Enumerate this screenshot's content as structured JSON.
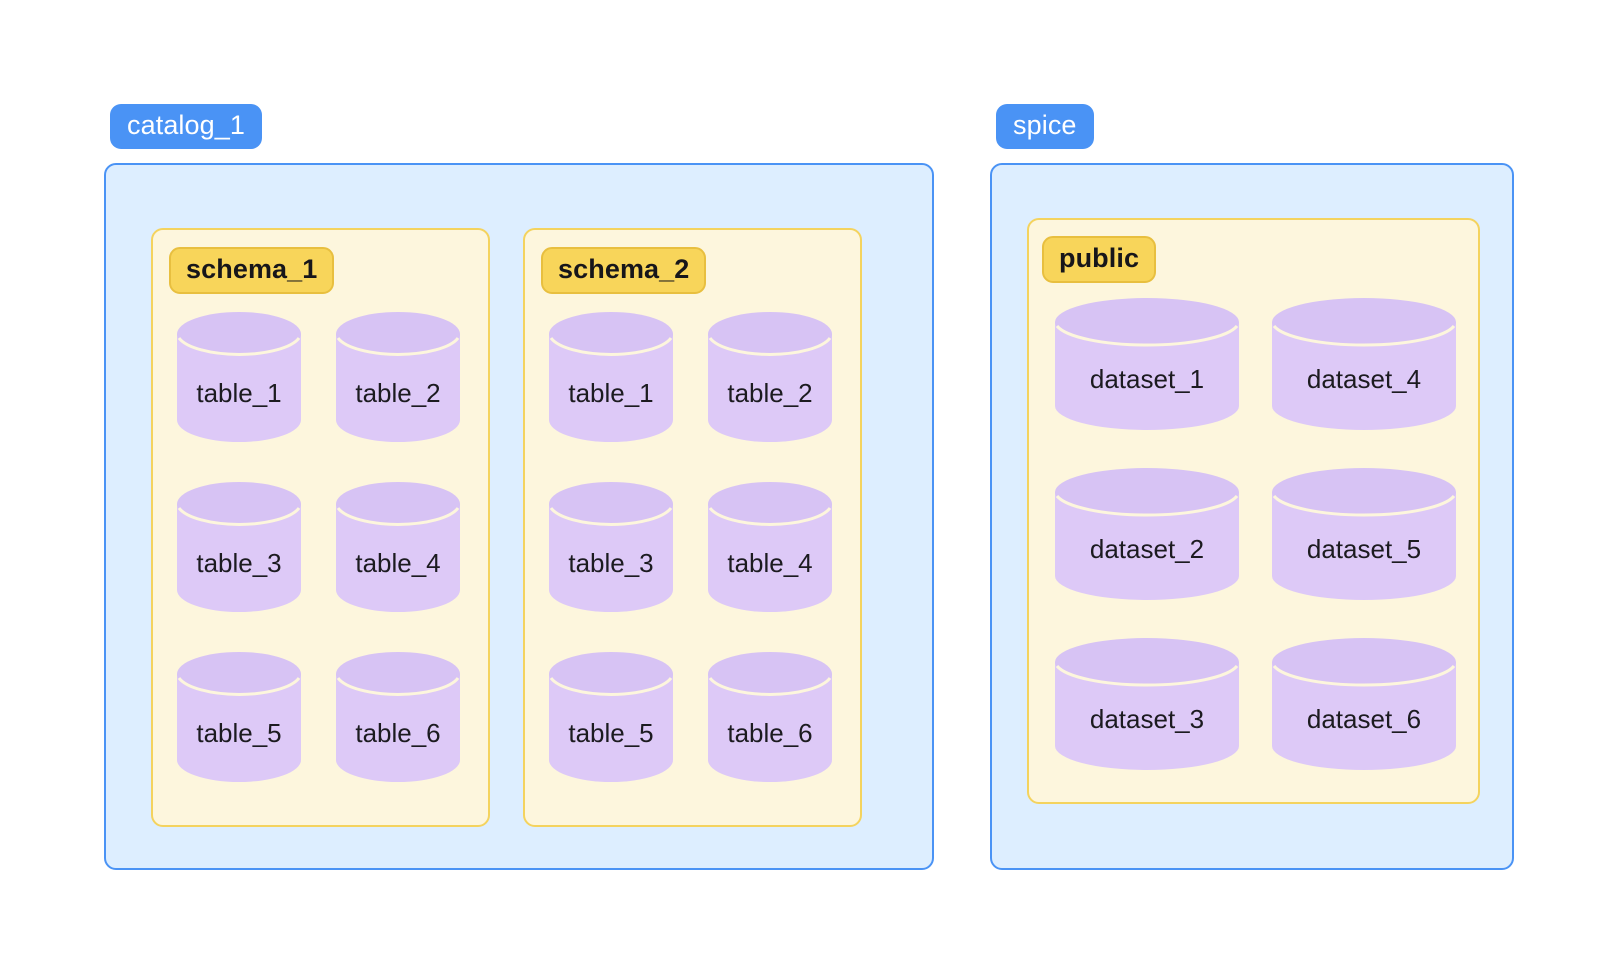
{
  "diagram": {
    "title": "catalog-schema-table-hierarchy",
    "colors": {
      "catalog_badge_bg": "#4a93f5",
      "catalog_badge_text": "#ffffff",
      "catalog_box_bg": "#ddeeff",
      "catalog_box_border": "#4a93f5",
      "schema_badge_bg": "#f8d55a",
      "schema_badge_border": "#e8bf3f",
      "schema_badge_text": "#17161a",
      "schema_box_bg": "#fdf6dd",
      "schema_box_border": "#f4d35e",
      "cylinder_body": "#ddc9f7",
      "cylinder_top": "#d7c3f4",
      "cylinder_seam": "#fdf6dd",
      "label_text": "#1c1b20",
      "page_bg": "#ffffff"
    },
    "catalogs": [
      {
        "name": "catalog_1",
        "schemas": [
          {
            "name": "schema_1",
            "objects": [
              "table_1",
              "table_2",
              "table_3",
              "table_4",
              "table_5",
              "table_6"
            ]
          },
          {
            "name": "schema_2",
            "objects": [
              "table_1",
              "table_2",
              "table_3",
              "table_4",
              "table_5",
              "table_6"
            ]
          }
        ]
      },
      {
        "name": "spice",
        "schemas": [
          {
            "name": "public",
            "objects": [
              "dataset_1",
              "dataset_4",
              "dataset_2",
              "dataset_5",
              "dataset_3",
              "dataset_6"
            ]
          }
        ]
      }
    ]
  }
}
